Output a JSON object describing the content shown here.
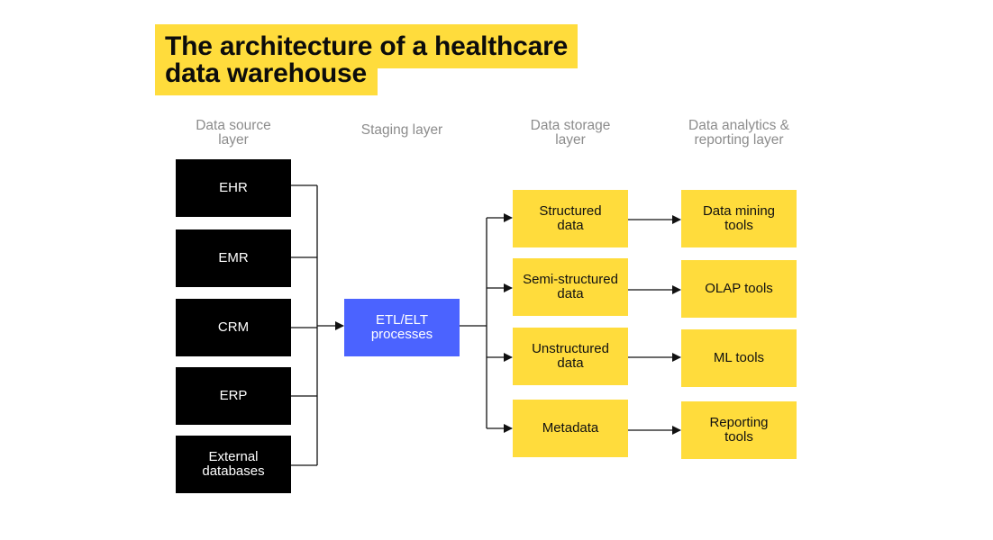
{
  "title": {
    "line1": "The architecture of a healthcare",
    "line2": "data warehouse"
  },
  "layers": {
    "source": "Data source\nlayer",
    "staging": "Staging layer",
    "storage": "Data storage\nlayer",
    "analytics": "Data analytics &\nreporting layer"
  },
  "sources": [
    "EHR",
    "EMR",
    "CRM",
    "ERP",
    "External\ndatabases"
  ],
  "staging_node": "ETL/ELT\nprocesses",
  "storage_nodes": [
    "Structured\ndata",
    "Semi-structured\ndata",
    "Unstructured\ndata",
    "Metadata"
  ],
  "tool_nodes": [
    "Data mining\ntools",
    "OLAP tools",
    "ML tools",
    "Reporting\ntools"
  ],
  "colors": {
    "highlight": "#ffdc3c",
    "source_box": "#000000",
    "staging_box": "#4b63ff",
    "storage_box": "#ffdc3c",
    "label_gray": "#8c8c8c",
    "line": "#111111"
  }
}
